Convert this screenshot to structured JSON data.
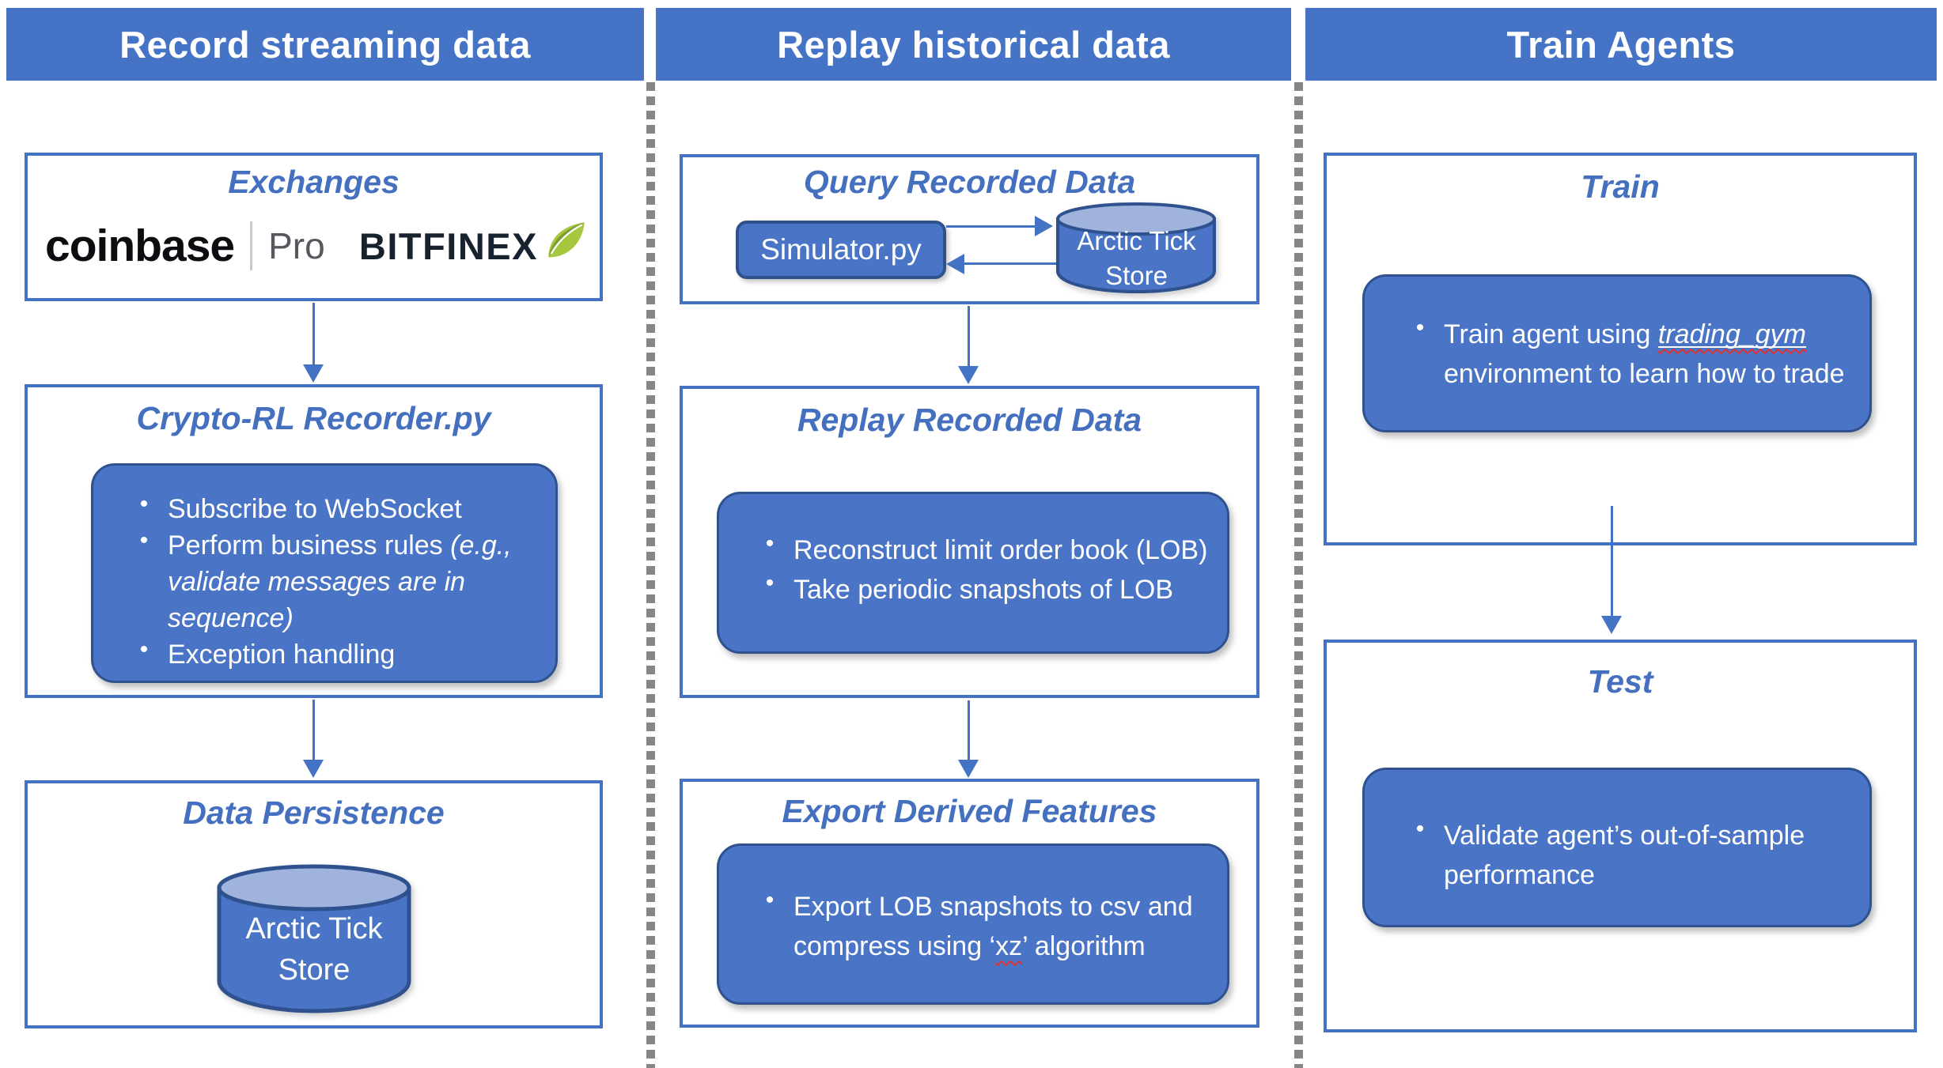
{
  "headers": {
    "col1": "Record streaming data",
    "col2": "Replay historical data",
    "col3": "Train Agents"
  },
  "col1": {
    "exchanges": {
      "title": "Exchanges",
      "coinbase": "coinbase",
      "coinbase_pro": "Pro",
      "bitfinex": "BITFINEX"
    },
    "recorder": {
      "title": "Crypto-RL Recorder.py",
      "bullet1": "Subscribe to WebSocket",
      "bullet2_plain": "Perform business rules ",
      "bullet2_italic": "(e.g., validate messages are in sequence)",
      "bullet3": "Exception handling"
    },
    "persistence": {
      "title": "Data Persistence",
      "cylinder_line1": "Arctic Tick",
      "cylinder_line2": "Store"
    }
  },
  "col2": {
    "query": {
      "title": "Query Recorded Data",
      "simulator_label": "Simulator.py",
      "cylinder_line1": "Arctic Tick",
      "cylinder_line2": "Store"
    },
    "replay": {
      "title": "Replay Recorded Data",
      "bullets": [
        "Reconstruct limit order book (LOB)",
        "Take periodic snapshots of LOB"
      ]
    },
    "export": {
      "title": "Export Derived Features",
      "bullet_part1": "Export LOB snapshots to csv and compress using ‘",
      "bullet_term": "xz",
      "bullet_part2": "’ algorithm"
    }
  },
  "col3": {
    "train": {
      "title": "Train",
      "bullet_part1": "Train agent using ",
      "bullet_term": "trading_gym",
      "bullet_part2": " environment to learn how to trade"
    },
    "test": {
      "title": "Test",
      "bullet": "Validate agent’s out-of-sample performance"
    }
  },
  "colors": {
    "accent_blue": "#4472C4",
    "callout_fill": "#4A74C6",
    "dark_border": "#2F528F",
    "cylinder_top": "#9FB3DD",
    "title_blue": "#4470BF",
    "divider_gray": "#868686",
    "spellcheck_red": "#E03131",
    "coinbase_black": "#0B0D10",
    "coinbase_gray": "#55585E",
    "bitfinex_dark": "#18222F",
    "leaf_light": "#A6C83F",
    "leaf_dark": "#7C9E33"
  }
}
